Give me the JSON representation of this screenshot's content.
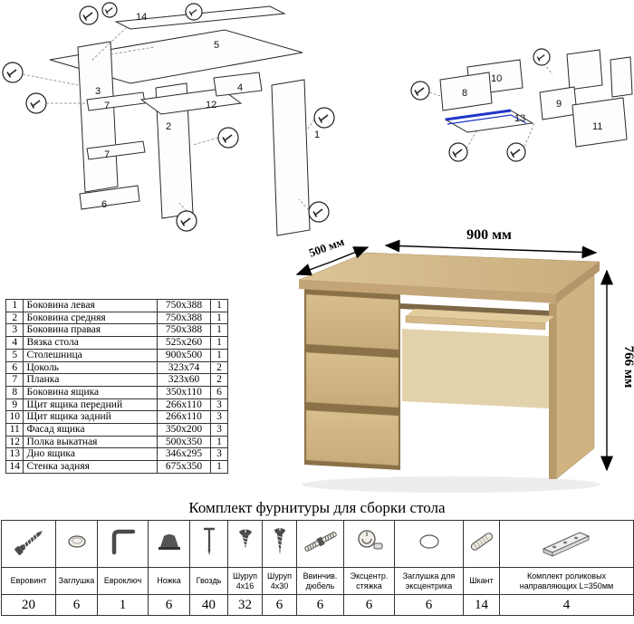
{
  "diagram_left": {
    "labels": [
      "14",
      "5",
      "3",
      "7",
      "7",
      "12",
      "4",
      "2",
      "6",
      "1"
    ]
  },
  "diagram_right": {
    "labels": [
      "10",
      "8",
      "13",
      "9",
      "11"
    ]
  },
  "desk": {
    "dim_width": "900 мм",
    "dim_depth": "500 мм",
    "dim_height": "766 мм",
    "colors": {
      "oak": "#d2b685",
      "oak_dark": "#b89b6c",
      "oak_light": "#dcc497",
      "gap": "#8a7147",
      "slide_highlight": "#1f35c7"
    }
  },
  "parts_table": {
    "rows": [
      {
        "num": "1",
        "name": "Боковина левая",
        "size": "750x388",
        "qty": "1"
      },
      {
        "num": "2",
        "name": "Боковина средняя",
        "size": "750x388",
        "qty": "1"
      },
      {
        "num": "3",
        "name": "Боковина правая",
        "size": "750x388",
        "qty": "1"
      },
      {
        "num": "4",
        "name": "Вязка стола",
        "size": "525x260",
        "qty": "1"
      },
      {
        "num": "5",
        "name": "Столешница",
        "size": "900x500",
        "qty": "1"
      },
      {
        "num": "6",
        "name": "Цоколь",
        "size": "323x74",
        "qty": "2"
      },
      {
        "num": "7",
        "name": "Планка",
        "size": "323x60",
        "qty": "2"
      },
      {
        "num": "8",
        "name": "Боковина ящика",
        "size": "350x110",
        "qty": "6"
      },
      {
        "num": "9",
        "name": "Щит ящика передний",
        "size": "266x110",
        "qty": "3"
      },
      {
        "num": "10",
        "name": "Щит ящика задний",
        "size": "266x110",
        "qty": "3"
      },
      {
        "num": "11",
        "name": "Фасад ящика",
        "size": "350x200",
        "qty": "3"
      },
      {
        "num": "12",
        "name": "Полка выкатная",
        "size": "500x350",
        "qty": "1"
      },
      {
        "num": "13",
        "name": "Дно ящика",
        "size": "346x295",
        "qty": "3"
      },
      {
        "num": "14",
        "name": "Стенка задняя",
        "size": "675x350",
        "qty": "1"
      }
    ]
  },
  "hardware": {
    "title": "Комплект фурнитуры для сборки стола",
    "items": [
      {
        "label": "Евровинт",
        "qty": "20",
        "icon": "euroscrew-icon"
      },
      {
        "label": "Заглушка",
        "qty": "6",
        "icon": "cap-icon"
      },
      {
        "label": "Евроключ",
        "qty": "1",
        "icon": "hexkey-icon"
      },
      {
        "label": "Ножка",
        "qty": "6",
        "icon": "leg-icon"
      },
      {
        "label": "Гвоздь",
        "qty": "40",
        "icon": "nail-icon"
      },
      {
        "label": "Шуруп 4x16",
        "qty": "32",
        "icon": "screw-short-icon"
      },
      {
        "label": "Шуруп 4x30",
        "qty": "6",
        "icon": "screw-long-icon"
      },
      {
        "label": "Ввинчив. дюбель",
        "qty": "6",
        "icon": "dowel-screw-icon"
      },
      {
        "label": "Эксцентр. стяжка",
        "qty": "6",
        "icon": "cam-lock-icon"
      },
      {
        "label": "Заглушка для эксцентрика",
        "qty": "6",
        "icon": "cam-cap-icon"
      },
      {
        "label": "Шкант",
        "qty": "14",
        "icon": "wood-dowel-icon"
      },
      {
        "label": "Комплект роликовых направляющих L=350мм",
        "qty": "4",
        "icon": "drawer-slide-icon"
      }
    ]
  }
}
